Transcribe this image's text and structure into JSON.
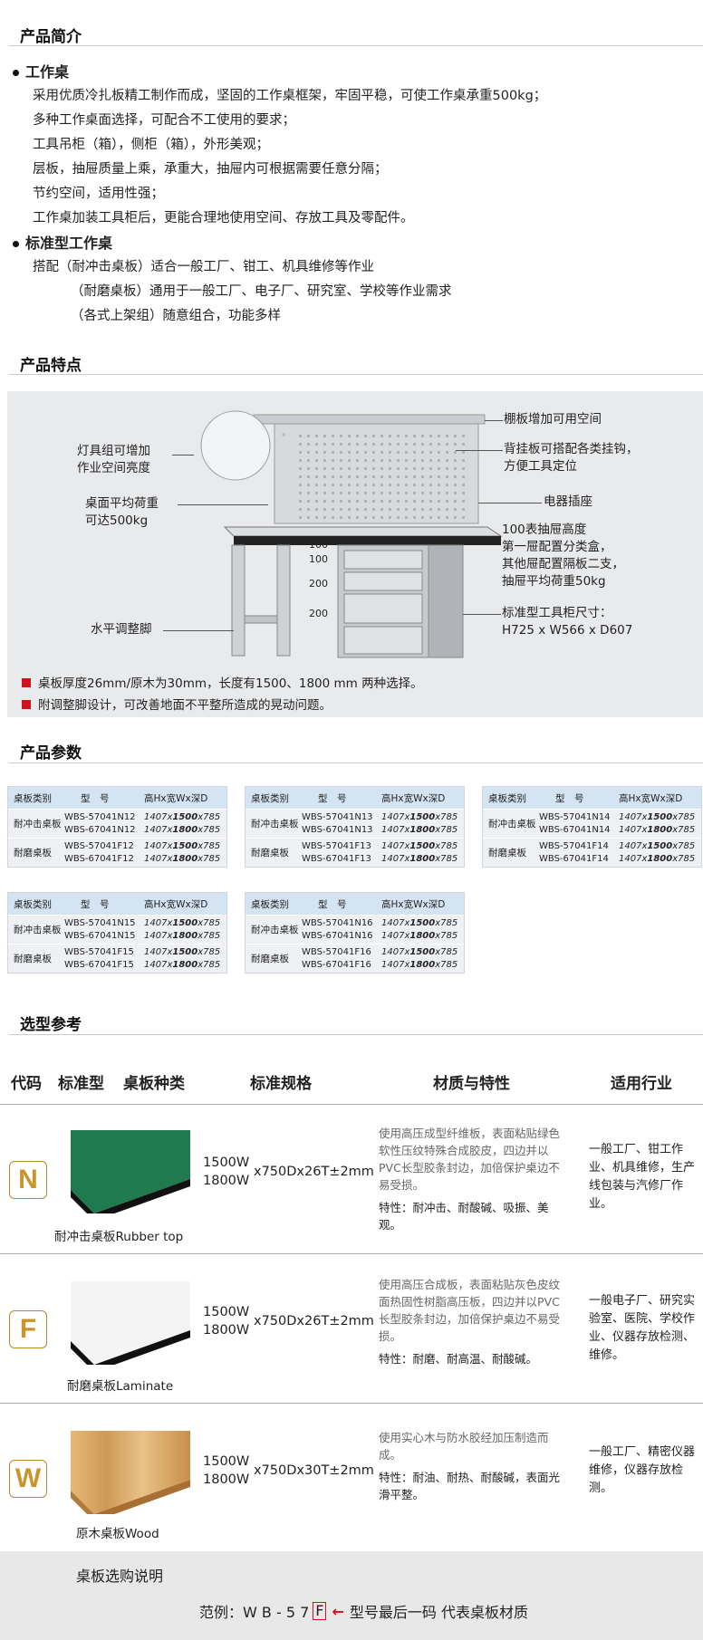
{
  "sections": {
    "intro": "产品简介",
    "features": "产品特点",
    "params": "产品参数",
    "selection": "选型参考"
  },
  "intro": {
    "h1": "工作桌",
    "p1": [
      "采用优质冷扎板精工制作而成，坚固的工作桌框架，牢固平稳，可使工作桌承重500kg；",
      "多种工作桌面选择，可配合不工使用的要求；",
      "工具吊柜（箱），侧柜（箱），外形美观；",
      "层板，抽屉质量上乘，承重大，抽屉内可根据需要任意分隔；",
      "节约空间，适用性强；",
      "工作桌加装工具柜后，更能合理地使用空间、存放工具及零配件。"
    ],
    "h2": "标准型工作桌",
    "p2a": "搭配（耐冲击桌板）适合一般工厂、钳工、机具维修等作业",
    "p2b": "（耐磨桌板）通用于一般工厂、电子厂、研究室、学校等作业需求",
    "p2c": "（各式上架组）随意组合，功能多样"
  },
  "features": {
    "c_light": [
      "灯具组可增加",
      "作业空间亮度"
    ],
    "c_load": [
      "桌面平均荷重",
      "可达500kg"
    ],
    "c_foot": "水平调整脚",
    "c_shelf": "棚板增加可用空间",
    "c_back": [
      "背挂板可搭配各类挂钩，",
      "方便工具定位"
    ],
    "c_socket": "电器插座",
    "c_drawer": [
      "100表抽屉高度",
      "第一屉配置分类盒，",
      "其他屉配置隔板二支，",
      "抽屉平均荷重50kg"
    ],
    "c_cab": [
      "标准型工具柜尺寸：",
      "H725 x W566 x D607"
    ],
    "drawer_h": [
      "100",
      "100",
      "200",
      "200"
    ],
    "notes": [
      "桌板厚度26mm/原木为30mm，长度有1500、1800 mm 两种选择。",
      "附调整脚设计，可改善地面不平整所造成的晃动问题。"
    ],
    "accent": "#d0121b"
  },
  "params": {
    "headers": [
      "桌板类别",
      "型　号",
      "高HxWxD"
    ],
    "header_dim": "高Hx宽Wx深D",
    "cat_impact": "耐冲击桌板",
    "cat_wear": "耐磨桌板",
    "dims": [
      {
        "a": "1407x",
        "b": "1500",
        "c": "x785"
      },
      {
        "a": "1407x",
        "b": "1800",
        "c": "x785"
      }
    ],
    "tables": [
      {
        "n": [
          "WBS-57041N12",
          "WBS-67041N12"
        ],
        "f": [
          "WBS-57041F12",
          "WBS-67041F12"
        ]
      },
      {
        "n": [
          "WBS-57041N13",
          "WBS-67041N13"
        ],
        "f": [
          "WBS-57041F13",
          "WBS-67041F13"
        ]
      },
      {
        "n": [
          "WBS-57041N14",
          "WBS-67041N14"
        ],
        "f": [
          "WBS-57041F14",
          "WBS-67041F14"
        ]
      },
      {
        "n": [
          "WBS-57041N15",
          "WBS-67041N15"
        ],
        "f": [
          "WBS-57041F15",
          "WBS-67041F15"
        ]
      },
      {
        "n": [
          "WBS-57041N16",
          "WBS-67041N16"
        ],
        "f": [
          "WBS-57041F16",
          "WBS-67041F16"
        ]
      }
    ]
  },
  "selection": {
    "cols": [
      "代码",
      "标准型",
      "桌板种类",
      "标准规格",
      "材质与特性",
      "适用行业"
    ],
    "rows": [
      {
        "code": "N",
        "name": "耐冲击桌板Rubber top",
        "spec1": "1500W",
        "spec2": "1800W",
        "specx": "x750Dx26T±2mm",
        "mat": "使用高压成型纤维板，表面粘贴绿色软性压纹特殊合成胶皮，四边并以PVC长型胶条封边，加倍保护桌边不易受损。",
        "feat": "特性：耐冲击、耐酸碱、吸振、美观。",
        "ind": "一般工厂、钳工作业、机具维修，生产线包装与汽修厂作业。",
        "color": "#1f7a4e"
      },
      {
        "code": "F",
        "name": "耐磨桌板Laminate",
        "spec1": "1500W",
        "spec2": "1800W",
        "specx": "x750Dx26T±2mm",
        "mat": "使用高压合成板，表面粘贴灰色皮纹面热固性树脂高压板，四边并以PVC长型胶条封边，加倍保护桌边不易受损。",
        "feat": "特性：耐磨、耐高温、耐酸碱。",
        "ind": "一般电子厂、研究实验室、医院、学校作业、仪器存放检测、维修。",
        "color": "#f2f2f2"
      },
      {
        "code": "W",
        "name": "原木桌板Wood",
        "spec1": "1500W",
        "spec2": "1800W",
        "specx": "x750Dx30T±2mm",
        "mat": "使用实心木与防水胶经加压制造而成。",
        "feat": "特性：耐油、耐热、耐酸碱，表面光滑平整。",
        "ind": "一般工厂、精密仪器维修，仪器存放检测。",
        "color": "#d9a862"
      }
    ],
    "footer_title": "桌板选购说明",
    "footer_ex": "范例：W B - 5 7",
    "footer_box": "F",
    "footer_arrow": "←",
    "footer_desc": "型号最后一码  代表桌板材质",
    "code_color": "#c9952b"
  }
}
